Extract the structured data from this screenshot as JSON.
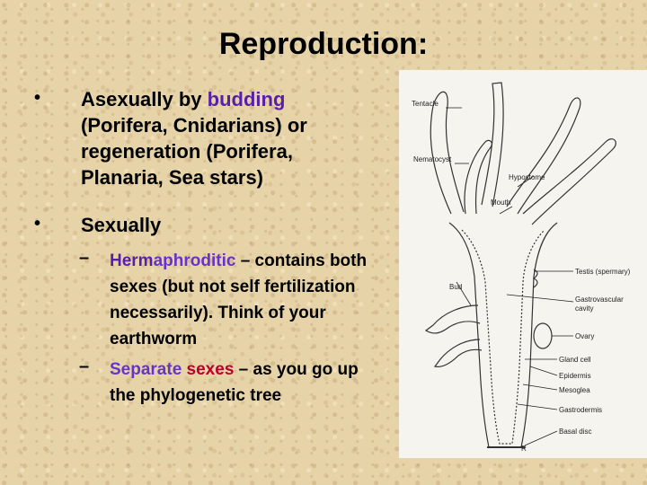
{
  "slide": {
    "title": "Reproduction:",
    "bullet1": {
      "t1": "Asexually by ",
      "t2": "budding",
      "t3": " (Porifera, Cnidarians) or",
      "t4": "regeneration (Porifera,",
      "t5": "Planaria, Sea stars)"
    },
    "bullet2": {
      "text": "Sexually"
    },
    "sub1": {
      "t1": "Herm",
      "t2": "aphroditic",
      "t3": " – contains both sexes (but not self fertilization necessarily). Think of your earthworm"
    },
    "sub2": {
      "t1": "Separate ",
      "t2": "sexes",
      "t3": " – as you go up the phylogenetic tree"
    },
    "bullet_symbol": "•",
    "dash_symbol": "–"
  },
  "figure": {
    "labels": {
      "tentacle": "Tentacle",
      "nematocyst": "Nematocyst",
      "hypostome": "Hypostome",
      "mouth": "Mouth",
      "testis": "Testis (spermary)",
      "bud": "Bud",
      "gastrovascular": "Gastrovascular",
      "cavity": "cavity",
      "ovary": "Ovary",
      "gland_cell": "Gland cell",
      "epidermis": "Epidermis",
      "mesoglea": "Mesoglea",
      "gastrodermis": "Gastrodermis",
      "basal_disc": "Basal disc",
      "corner": "R"
    }
  }
}
